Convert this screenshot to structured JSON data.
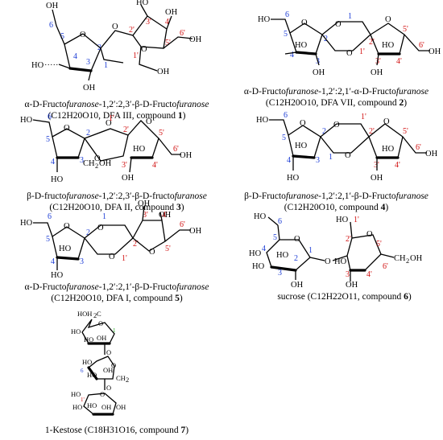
{
  "compounds": [
    {
      "name_pre": "α-D-Fructo",
      "name_it1": "furanose",
      "name_mid": "-1,2′:2,3′-β-D-Fructo",
      "name_it2": "furanose",
      "formula_base": "C",
      "formula_full": "C12H20O10",
      "extra": ", DFA III, compound ",
      "num": "1"
    },
    {
      "name_pre": "α-D-Fructo",
      "name_it1": "furanose",
      "name_mid": "-1,2′:2,1′-α-D-Fructo",
      "name_it2": "furanose",
      "formula_full": "C12H20O10",
      "extra": ", DFA VII, compound ",
      "num": "2"
    },
    {
      "name_pre": "β-D-fructo",
      "name_it1": "furanose",
      "name_mid": "-1,2′:2,3′-β-D-fructo",
      "name_it2": "furanose",
      "formula_full": "C12H20O10",
      "extra": ", DFA II, compound ",
      "num": "3"
    },
    {
      "name_pre": "β-D-Fructo",
      "name_it1": "furanose",
      "name_mid": "-1,2′:2,1′-β-D-Fructo",
      "name_it2": "furanose",
      "formula_full": "C12H20O10",
      "extra": ", compound ",
      "num": "4"
    },
    {
      "name_pre": "α-D-Fructo",
      "name_it1": "furanose",
      "name_mid": "-1,2′:2,1′-β-D-Fructo",
      "name_it2": "furanose",
      "formula_full": "C12H20O10",
      "extra": ", DFA I, compound ",
      "num": "5"
    },
    {
      "name_pre": "sucrose ",
      "name_it1": "",
      "name_mid": "",
      "name_it2": "",
      "formula_full": "C12H22O11",
      "extra": ", compound ",
      "num": "6"
    },
    {
      "name_pre": "1-Kestose ",
      "name_it1": "",
      "name_mid": "",
      "name_it2": "",
      "formula_full": "C18H31O16",
      "extra": ", compound ",
      "num": "7"
    }
  ],
  "atoms": {
    "oh": "OH",
    "ho": "HO",
    "o": "O",
    "ch2oh": "CH2OH",
    "ch2": "CH2",
    "hoh2c": "HOH2C"
  }
}
